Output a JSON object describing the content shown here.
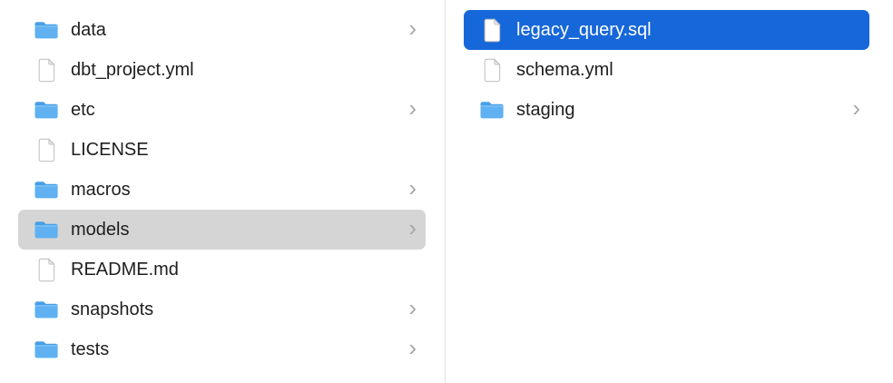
{
  "app": "finder-column-browser",
  "colors": {
    "selection_blue": "#1667d9",
    "selection_gray": "#d5d5d5",
    "text": "#1e1e1f",
    "selected_text": "#ffffff",
    "chevron": "#a8a8a8",
    "divider": "#e3e3e3",
    "folder_body": "#5fb1f2",
    "folder_tab": "#47a0e8",
    "file_fill": "#ffffff",
    "file_stroke": "#c3c3c3",
    "file_fold": "#e9e9e9"
  },
  "chevron_glyph": "›",
  "columns": [
    {
      "name": "left",
      "items": [
        {
          "label": "data",
          "type": "folder",
          "chevron": true,
          "selected": false
        },
        {
          "label": "dbt_project.yml",
          "type": "file",
          "chevron": false,
          "selected": false
        },
        {
          "label": "etc",
          "type": "folder",
          "chevron": true,
          "selected": false
        },
        {
          "label": "LICENSE",
          "type": "file",
          "chevron": false,
          "selected": false
        },
        {
          "label": "macros",
          "type": "folder",
          "chevron": true,
          "selected": false
        },
        {
          "label": "models",
          "type": "folder",
          "chevron": true,
          "selected": true,
          "selection_style": "inactive"
        },
        {
          "label": "README.md",
          "type": "file",
          "chevron": false,
          "selected": false
        },
        {
          "label": "snapshots",
          "type": "folder",
          "chevron": true,
          "selected": false
        },
        {
          "label": "tests",
          "type": "folder",
          "chevron": true,
          "selected": false
        }
      ]
    },
    {
      "name": "right",
      "items": [
        {
          "label": "legacy_query.sql",
          "type": "file",
          "chevron": false,
          "selected": true,
          "selection_style": "active"
        },
        {
          "label": "schema.yml",
          "type": "file",
          "chevron": false,
          "selected": false
        },
        {
          "label": "staging",
          "type": "folder",
          "chevron": true,
          "selected": false
        }
      ]
    }
  ]
}
